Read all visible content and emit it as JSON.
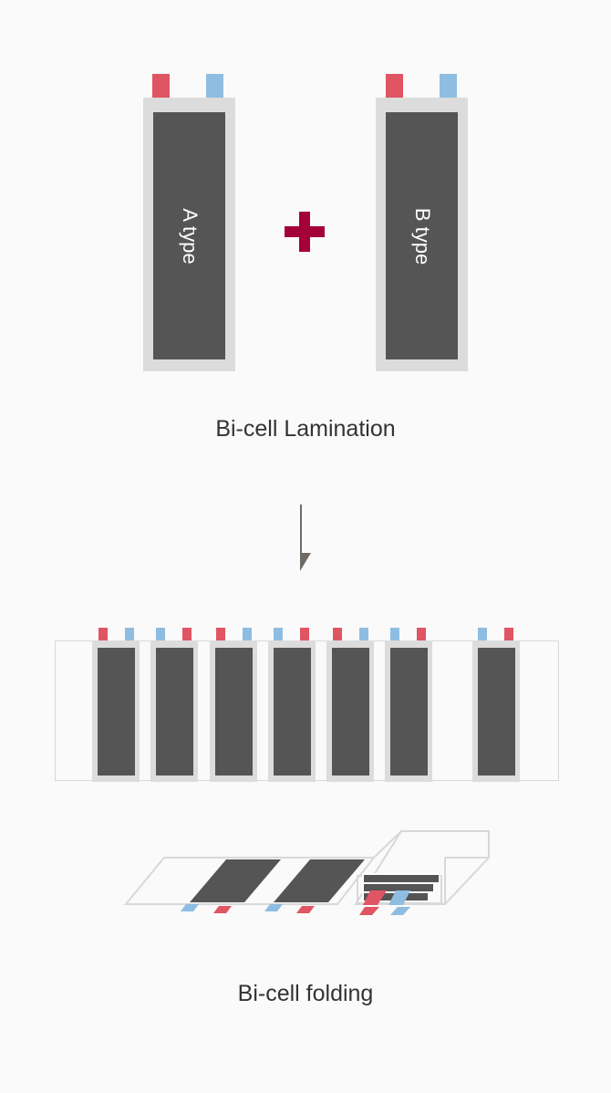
{
  "cell_a": {
    "label": "A type"
  },
  "cell_b": {
    "label": "B type"
  },
  "lamination": {
    "caption": "Bi-cell Lamination"
  },
  "folding": {
    "caption": "Bi-cell folding"
  },
  "colors": {
    "cell_frame": "#dcdcdc",
    "cell_core": "#555555",
    "positive_tab": "#e05563",
    "negative_tab": "#8fbde2",
    "plus_sign": "#a4003a",
    "arrow": "#6f6a66",
    "outline": "#d8d8d8"
  },
  "icons": {
    "plus": "plus-icon",
    "arrow": "arrow-down-icon"
  }
}
